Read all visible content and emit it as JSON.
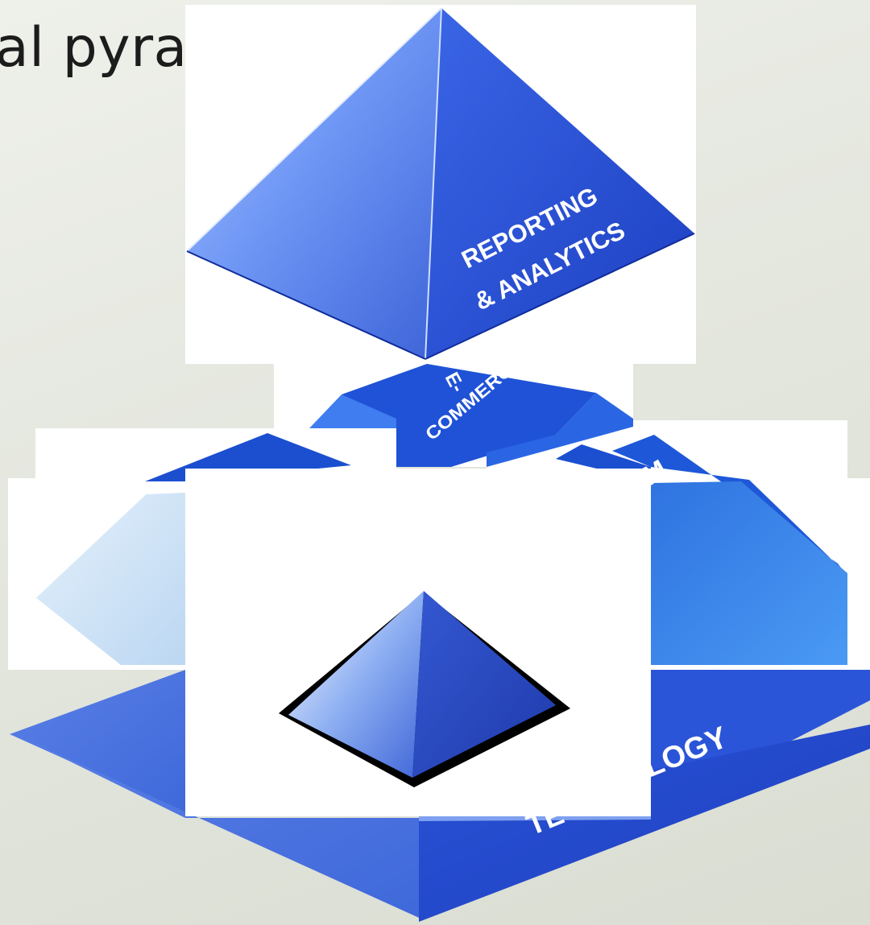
{
  "slide": {
    "title": "al pyramid"
  },
  "labels": {
    "top": [
      "REPORTING",
      "& ANALYTICS"
    ],
    "ecommerce": [
      "E-",
      "COMMERCE"
    ],
    "right_partial": "M",
    "left_partial": "",
    "base_partial_1": "TE",
    "base_partial_2": "LOGY"
  },
  "colors": {
    "blue_dark": "#1b3fbd",
    "blue_mid": "#2f5fe0",
    "blue_light": "#4d86f0",
    "blue_pale": "#cfe4f7",
    "panel": "#ffffff"
  }
}
